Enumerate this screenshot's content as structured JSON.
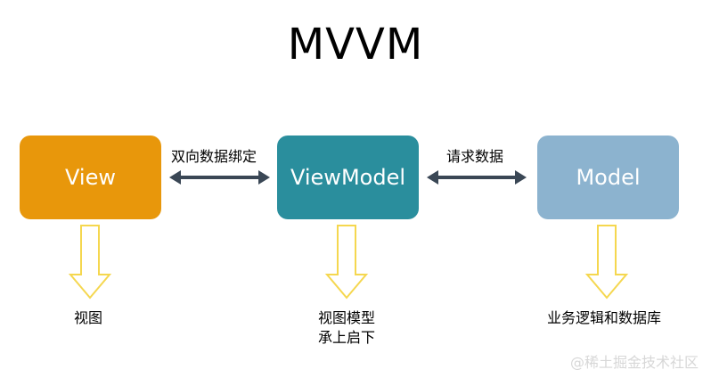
{
  "title": "MVVM",
  "boxes": {
    "view": {
      "label": "View",
      "color": "#E8970B"
    },
    "viewmodel": {
      "label": "ViewModel",
      "color": "#2A8E9D"
    },
    "model": {
      "label": "Model",
      "color": "#8CB3CF"
    }
  },
  "connectors": {
    "view_viewmodel": "双向数据绑定",
    "viewmodel_model": "请求数据"
  },
  "captions": {
    "view": "视图",
    "viewmodel_line1": "视图模型",
    "viewmodel_line2": "承上启下",
    "model": "业务逻辑和数据库"
  },
  "watermark": "@稀土掘金技术社区",
  "colors": {
    "arrow": "#3A4755",
    "down_arrow_stroke": "#F5D74F"
  }
}
